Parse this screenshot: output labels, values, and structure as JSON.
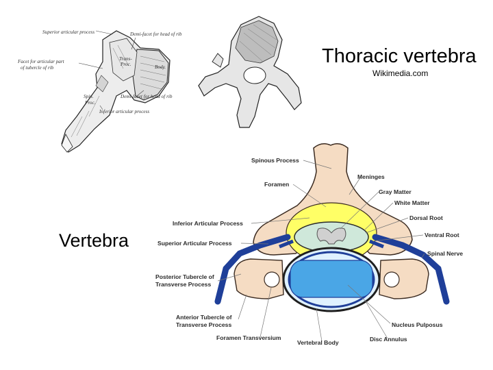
{
  "slide": {
    "title": "Thoracic vertebra",
    "credit": "Wikimedia.com",
    "caption": "Vertebra"
  },
  "lateral_drawing": {
    "labels": {
      "superior_articular": "Superior articular process",
      "demi_facet_upper": "Demi-facet for head of rib",
      "facet_tubercle_1": "Facet for articular part",
      "facet_tubercle_2": "of tubercle of rib",
      "transverse_1": "Trans-",
      "transverse_2": "Proc.",
      "body": "Body",
      "spinous_1": "Spin.",
      "spinous_2": "Proc.",
      "demi_facet_lower": "Demi-facet for head of rib",
      "inferior_articular": "Inferior articular process"
    }
  },
  "cross_section": {
    "labels": {
      "spinous_process": "Spinous Process",
      "meninges": "Meninges",
      "foramen": "Foramen",
      "gray_matter": "Gray Matter",
      "white_matter": "White Matter",
      "inferior_articular_process": "Inferior Articular Process",
      "dorsal_root": "Dorsal Root",
      "superior_articular_process": "Superior Articular Process",
      "ventral_root": "Ventral Root",
      "spinal_nerve": "Spinal Nerve",
      "posterior_tubercle_1": "Posterior Tubercle of",
      "posterior_tubercle_2": "Transverse Process",
      "anterior_tubercle_1": "Anterior Tubercle of",
      "anterior_tubercle_2": "Transverse Process",
      "nucleus_pulposus": "Nucleus Pulposus",
      "foramen_transversium": "Foramen Transversium",
      "vertebral_body": "Vertebral Body",
      "disc_annulus": "Disc Annulus"
    },
    "colors": {
      "bone": "#f5dcc3",
      "bone_outline": "#3a2a20",
      "meninges": "#ffff66",
      "white_matter": "#cfe8da",
      "gray_matter": "#d0d0d0",
      "nerve": "#1f3f99",
      "nucleus": "#4aa6e6",
      "disc": "#dff1ff"
    }
  }
}
